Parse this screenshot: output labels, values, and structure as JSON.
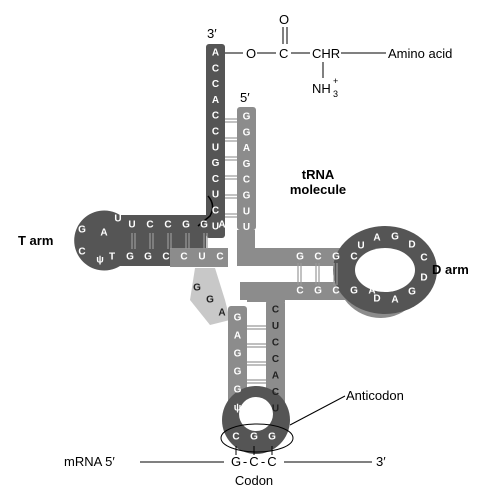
{
  "title": "tRNA molecule",
  "labels": {
    "t_arm": "T arm",
    "d_arm": "D arm",
    "anticodon": "Anticodon",
    "codon": "Codon",
    "amino_acid": "Amino acid",
    "mrna": "mRNA 5′",
    "mrna_3": "3′",
    "end_3": "3′",
    "end_5": "5′"
  },
  "chem": {
    "O_top": "O",
    "O_link": "O",
    "C_carbonyl": "C",
    "CHR": "CHR",
    "NH3": "NH",
    "NH3_sub": "3",
    "NH3_sup": "+"
  },
  "acceptor_3_strand": [
    "A",
    "C",
    "C",
    "A",
    "C",
    "C",
    "U",
    "G",
    "C",
    "U",
    "C",
    "U"
  ],
  "acceptor_5_strand": [
    "G",
    "G",
    "A",
    "G",
    "C",
    "G",
    "U",
    "U"
  ],
  "t_arm": {
    "top": [
      "U",
      "C",
      "C",
      "G",
      "G",
      "A"
    ],
    "bottom": [
      "T",
      "G",
      "G",
      "C",
      "C",
      "U",
      "C"
    ],
    "loop": [
      "A",
      "U",
      "G",
      "C",
      "ψ"
    ]
  },
  "d_arm": {
    "top": [
      "G",
      "C",
      "G",
      "C",
      "G"
    ],
    "bottom": [
      "C",
      "G",
      "C",
      "G",
      "A"
    ],
    "loop": [
      "U",
      "A",
      "G",
      "D",
      "C",
      "D",
      "G",
      "A",
      "D"
    ]
  },
  "variable_loop": [
    "G",
    "G",
    "A"
  ],
  "anticodon_arm": {
    "left": [
      "G",
      "A",
      "G",
      "G",
      "G",
      "ψ"
    ],
    "right": [
      "C",
      "U",
      "C",
      "C",
      "A",
      "C",
      "U"
    ],
    "anticodon": [
      "C",
      "G",
      "G"
    ]
  },
  "codon": [
    "G",
    "C",
    "C"
  ],
  "colors": {
    "dark": "#555555",
    "medium": "#8c8c8c",
    "light": "#c8c8c8",
    "outline": "#000000"
  }
}
